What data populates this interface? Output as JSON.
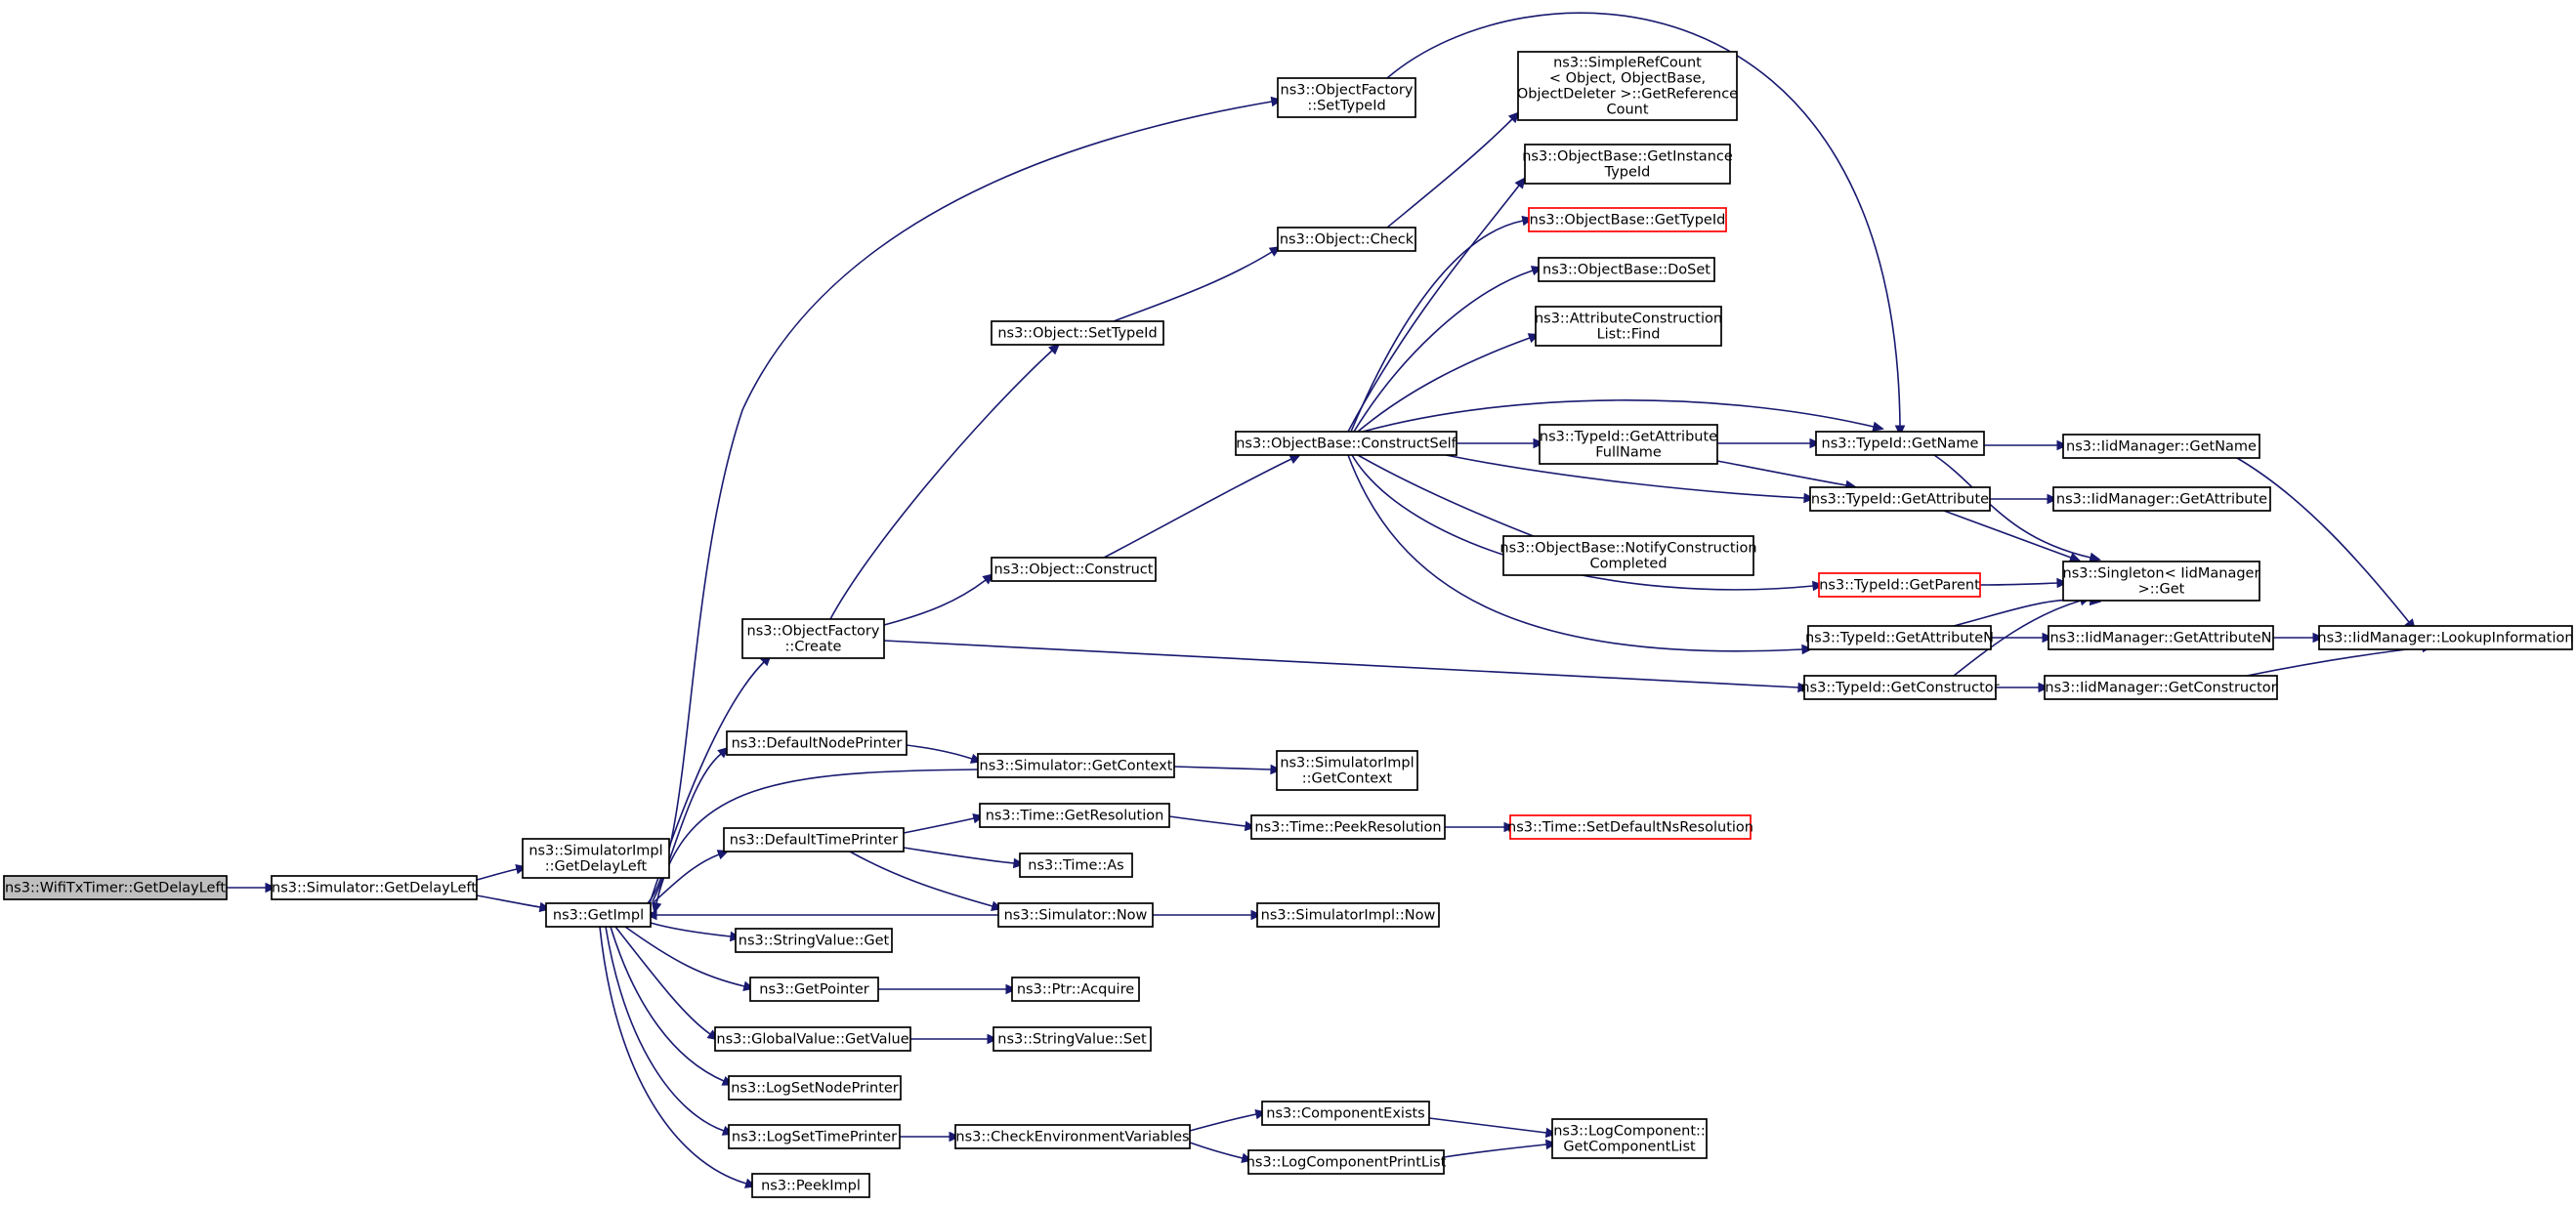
{
  "colors": {
    "edge": "#191970",
    "node_border": "#000000",
    "truncated_border": "#ff0000",
    "root_fill": "#bfbfbf"
  },
  "nodes": [
    {
      "id": "wifitxtimer_getdelayleft",
      "lines": [
        "ns3::WifiTxTimer::GetDelayLeft"
      ],
      "root": true
    },
    {
      "id": "simulator_getdelayleft",
      "lines": [
        "ns3::Simulator::GetDelayLeft"
      ]
    },
    {
      "id": "simulatorimpl_getdelayleft",
      "lines": [
        "ns3::SimulatorImpl",
        "::GetDelayLeft"
      ]
    },
    {
      "id": "getimpl",
      "lines": [
        "ns3::GetImpl"
      ]
    },
    {
      "id": "objectfactory_create",
      "lines": [
        "ns3::ObjectFactory",
        "::Create"
      ]
    },
    {
      "id": "objectfactory_settypeid",
      "lines": [
        "ns3::ObjectFactory",
        "::SetTypeId"
      ]
    },
    {
      "id": "object_settypeid",
      "lines": [
        "ns3::Object::SetTypeId"
      ]
    },
    {
      "id": "object_construct",
      "lines": [
        "ns3::Object::Construct"
      ]
    },
    {
      "id": "object_check",
      "lines": [
        "ns3::Object::Check"
      ]
    },
    {
      "id": "simplerefcount_getreferencecount",
      "lines": [
        "ns3::SimpleRefCount",
        "< Object, ObjectBase,",
        "ObjectDeleter >::GetReference",
        "Count"
      ]
    },
    {
      "id": "objectbase_constructself",
      "lines": [
        "ns3::ObjectBase::ConstructSelf"
      ]
    },
    {
      "id": "objectbase_getinstancetypeid",
      "lines": [
        "ns3::ObjectBase::GetInstance",
        "TypeId"
      ]
    },
    {
      "id": "objectbase_gettypeid",
      "lines": [
        "ns3::ObjectBase::GetTypeId"
      ],
      "truncated": true
    },
    {
      "id": "objectbase_doset",
      "lines": [
        "ns3::ObjectBase::DoSet"
      ]
    },
    {
      "id": "attributeconstructionlist_find",
      "lines": [
        "ns3::AttributeConstruction",
        "List::Find"
      ]
    },
    {
      "id": "typeid_getattributefullname",
      "lines": [
        "ns3::TypeId::GetAttribute",
        "FullName"
      ]
    },
    {
      "id": "objectbase_notifyconstructioncompleted",
      "lines": [
        "ns3::ObjectBase::NotifyConstruction",
        "Completed"
      ]
    },
    {
      "id": "typeid_getname",
      "lines": [
        "ns3::TypeId::GetName"
      ]
    },
    {
      "id": "typeid_getattribute",
      "lines": [
        "ns3::TypeId::GetAttribute"
      ]
    },
    {
      "id": "typeid_getparent",
      "lines": [
        "ns3::TypeId::GetParent"
      ],
      "truncated": true
    },
    {
      "id": "typeid_getattributen",
      "lines": [
        "ns3::TypeId::GetAttributeN"
      ]
    },
    {
      "id": "typeid_getconstructor",
      "lines": [
        "ns3::TypeId::GetConstructor"
      ]
    },
    {
      "id": "iidmanager_getname",
      "lines": [
        "ns3::IidManager::GetName"
      ]
    },
    {
      "id": "iidmanager_getattribute",
      "lines": [
        "ns3::IidManager::GetAttribute"
      ]
    },
    {
      "id": "singleton_get",
      "lines": [
        "ns3::Singleton< IidManager",
        ">::Get"
      ]
    },
    {
      "id": "iidmanager_getattributen",
      "lines": [
        "ns3::IidManager::GetAttributeN"
      ]
    },
    {
      "id": "iidmanager_getconstructor",
      "lines": [
        "ns3::IidManager::GetConstructor"
      ]
    },
    {
      "id": "iidmanager_lookupinformation",
      "lines": [
        "ns3::IidManager::LookupInformation"
      ]
    },
    {
      "id": "defaultnodeprinter",
      "lines": [
        "ns3::DefaultNodePrinter"
      ]
    },
    {
      "id": "simulator_getcontext",
      "lines": [
        "ns3::Simulator::GetContext"
      ]
    },
    {
      "id": "simulatorimpl_getcontext",
      "lines": [
        "ns3::SimulatorImpl",
        "::GetContext"
      ]
    },
    {
      "id": "defaulttimeprinter",
      "lines": [
        "ns3::DefaultTimePrinter"
      ]
    },
    {
      "id": "time_getresolution",
      "lines": [
        "ns3::Time::GetResolution"
      ]
    },
    {
      "id": "time_peekresolution",
      "lines": [
        "ns3::Time::PeekResolution"
      ]
    },
    {
      "id": "time_setdefaultnsresolution",
      "lines": [
        "ns3::Time::SetDefaultNsResolution"
      ],
      "truncated": true
    },
    {
      "id": "time_as",
      "lines": [
        "ns3::Time::As"
      ]
    },
    {
      "id": "simulator_now",
      "lines": [
        "ns3::Simulator::Now"
      ]
    },
    {
      "id": "simulatorimpl_now",
      "lines": [
        "ns3::SimulatorImpl::Now"
      ]
    },
    {
      "id": "stringvalue_get",
      "lines": [
        "ns3::StringValue::Get"
      ]
    },
    {
      "id": "getpointer",
      "lines": [
        "ns3::GetPointer"
      ]
    },
    {
      "id": "ptr_acquire",
      "lines": [
        "ns3::Ptr::Acquire"
      ]
    },
    {
      "id": "globalvalue_getvalue",
      "lines": [
        "ns3::GlobalValue::GetValue"
      ]
    },
    {
      "id": "stringvalue_set",
      "lines": [
        "ns3::StringValue::Set"
      ]
    },
    {
      "id": "logsetnodeprinter",
      "lines": [
        "ns3::LogSetNodePrinter"
      ]
    },
    {
      "id": "logsettimeprinter",
      "lines": [
        "ns3::LogSetTimePrinter"
      ]
    },
    {
      "id": "checkenvironmentvariables",
      "lines": [
        "ns3::CheckEnvironmentVariables"
      ]
    },
    {
      "id": "componentexists",
      "lines": [
        "ns3::ComponentExists"
      ]
    },
    {
      "id": "logcomponentprintlist",
      "lines": [
        "ns3::LogComponentPrintList"
      ]
    },
    {
      "id": "logcomponent_getcomponentlist",
      "lines": [
        "ns3::LogComponent::",
        "GetComponentList"
      ]
    },
    {
      "id": "peekimpl",
      "lines": [
        "ns3::PeekImpl"
      ]
    }
  ],
  "edges": [
    [
      "wifitxtimer_getdelayleft",
      "simulator_getdelayleft"
    ],
    [
      "simulator_getdelayleft",
      "simulatorimpl_getdelayleft"
    ],
    [
      "simulator_getdelayleft",
      "getimpl"
    ],
    [
      "getimpl",
      "objectfactory_settypeid"
    ],
    [
      "getimpl",
      "objectfactory_create"
    ],
    [
      "getimpl",
      "defaultnodeprinter"
    ],
    [
      "getimpl",
      "defaulttimeprinter"
    ],
    [
      "getimpl",
      "stringvalue_get"
    ],
    [
      "getimpl",
      "getpointer"
    ],
    [
      "getimpl",
      "globalvalue_getvalue"
    ],
    [
      "getimpl",
      "logsetnodeprinter"
    ],
    [
      "getimpl",
      "logsettimeprinter"
    ],
    [
      "getimpl",
      "peekimpl"
    ],
    [
      "objectfactory_settypeid",
      "typeid_getname"
    ],
    [
      "objectfactory_create",
      "object_settypeid"
    ],
    [
      "objectfactory_create",
      "object_construct"
    ],
    [
      "objectfactory_create",
      "typeid_getconstructor"
    ],
    [
      "object_settypeid",
      "object_check"
    ],
    [
      "object_check",
      "simplerefcount_getreferencecount"
    ],
    [
      "object_construct",
      "objectbase_constructself"
    ],
    [
      "objectbase_constructself",
      "objectbase_getinstancetypeid"
    ],
    [
      "objectbase_constructself",
      "objectbase_gettypeid"
    ],
    [
      "objectbase_constructself",
      "objectbase_doset"
    ],
    [
      "objectbase_constructself",
      "attributeconstructionlist_find"
    ],
    [
      "objectbase_constructself",
      "typeid_getname"
    ],
    [
      "objectbase_constructself",
      "typeid_getattributefullname"
    ],
    [
      "objectbase_constructself",
      "typeid_getattribute"
    ],
    [
      "objectbase_constructself",
      "objectbase_notifyconstructioncompleted"
    ],
    [
      "objectbase_constructself",
      "typeid_getparent"
    ],
    [
      "objectbase_constructself",
      "typeid_getattributen"
    ],
    [
      "typeid_getattributefullname",
      "typeid_getname"
    ],
    [
      "typeid_getattributefullname",
      "typeid_getattribute"
    ],
    [
      "typeid_getname",
      "iidmanager_getname"
    ],
    [
      "typeid_getname",
      "singleton_get"
    ],
    [
      "typeid_getattribute",
      "iidmanager_getattribute"
    ],
    [
      "typeid_getattribute",
      "singleton_get"
    ],
    [
      "typeid_getparent",
      "singleton_get"
    ],
    [
      "typeid_getattributen",
      "singleton_get"
    ],
    [
      "typeid_getattributen",
      "iidmanager_getattributen"
    ],
    [
      "typeid_getconstructor",
      "singleton_get"
    ],
    [
      "typeid_getconstructor",
      "iidmanager_getconstructor"
    ],
    [
      "iidmanager_getname",
      "iidmanager_lookupinformation"
    ],
    [
      "iidmanager_getattributen",
      "iidmanager_lookupinformation"
    ],
    [
      "iidmanager_getconstructor",
      "iidmanager_lookupinformation"
    ],
    [
      "defaultnodeprinter",
      "simulator_getcontext"
    ],
    [
      "simulator_getcontext",
      "simulatorimpl_getcontext"
    ],
    [
      "simulator_getcontext",
      "getimpl"
    ],
    [
      "defaulttimeprinter",
      "time_getresolution"
    ],
    [
      "defaulttimeprinter",
      "time_as"
    ],
    [
      "defaulttimeprinter",
      "simulator_now"
    ],
    [
      "time_getresolution",
      "time_peekresolution"
    ],
    [
      "time_peekresolution",
      "time_setdefaultnsresolution"
    ],
    [
      "simulator_now",
      "getimpl"
    ],
    [
      "simulator_now",
      "simulatorimpl_now"
    ],
    [
      "getpointer",
      "ptr_acquire"
    ],
    [
      "globalvalue_getvalue",
      "stringvalue_set"
    ],
    [
      "logsettimeprinter",
      "checkenvironmentvariables"
    ],
    [
      "checkenvironmentvariables",
      "componentexists"
    ],
    [
      "checkenvironmentvariables",
      "logcomponentprintlist"
    ],
    [
      "componentexists",
      "logcomponent_getcomponentlist"
    ],
    [
      "logcomponentprintlist",
      "logcomponent_getcomponentlist"
    ]
  ]
}
